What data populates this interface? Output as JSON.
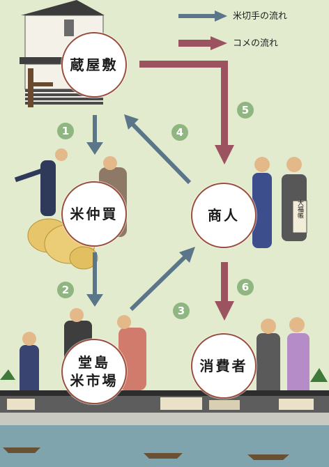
{
  "legend": {
    "ticket_flow": "米切手の流れ",
    "rice_flow": "コメの流れ"
  },
  "nodes": {
    "kurayashiki": "蔵屋敷",
    "nakagai": "米仲買",
    "dojima_line1": "堂島",
    "dojima_line2": "米市場",
    "merchant": "商人",
    "consumer": "消費者"
  },
  "steps": [
    "1",
    "2",
    "3",
    "4",
    "5",
    "6"
  ],
  "signboard": "大福帳",
  "colors": {
    "ticket_arrow": "#5b7689",
    "rice_arrow": "#9b5360",
    "step_badge": "#8fb581",
    "background": "#e3ebcf",
    "node_border": "#9a4d3d"
  }
}
